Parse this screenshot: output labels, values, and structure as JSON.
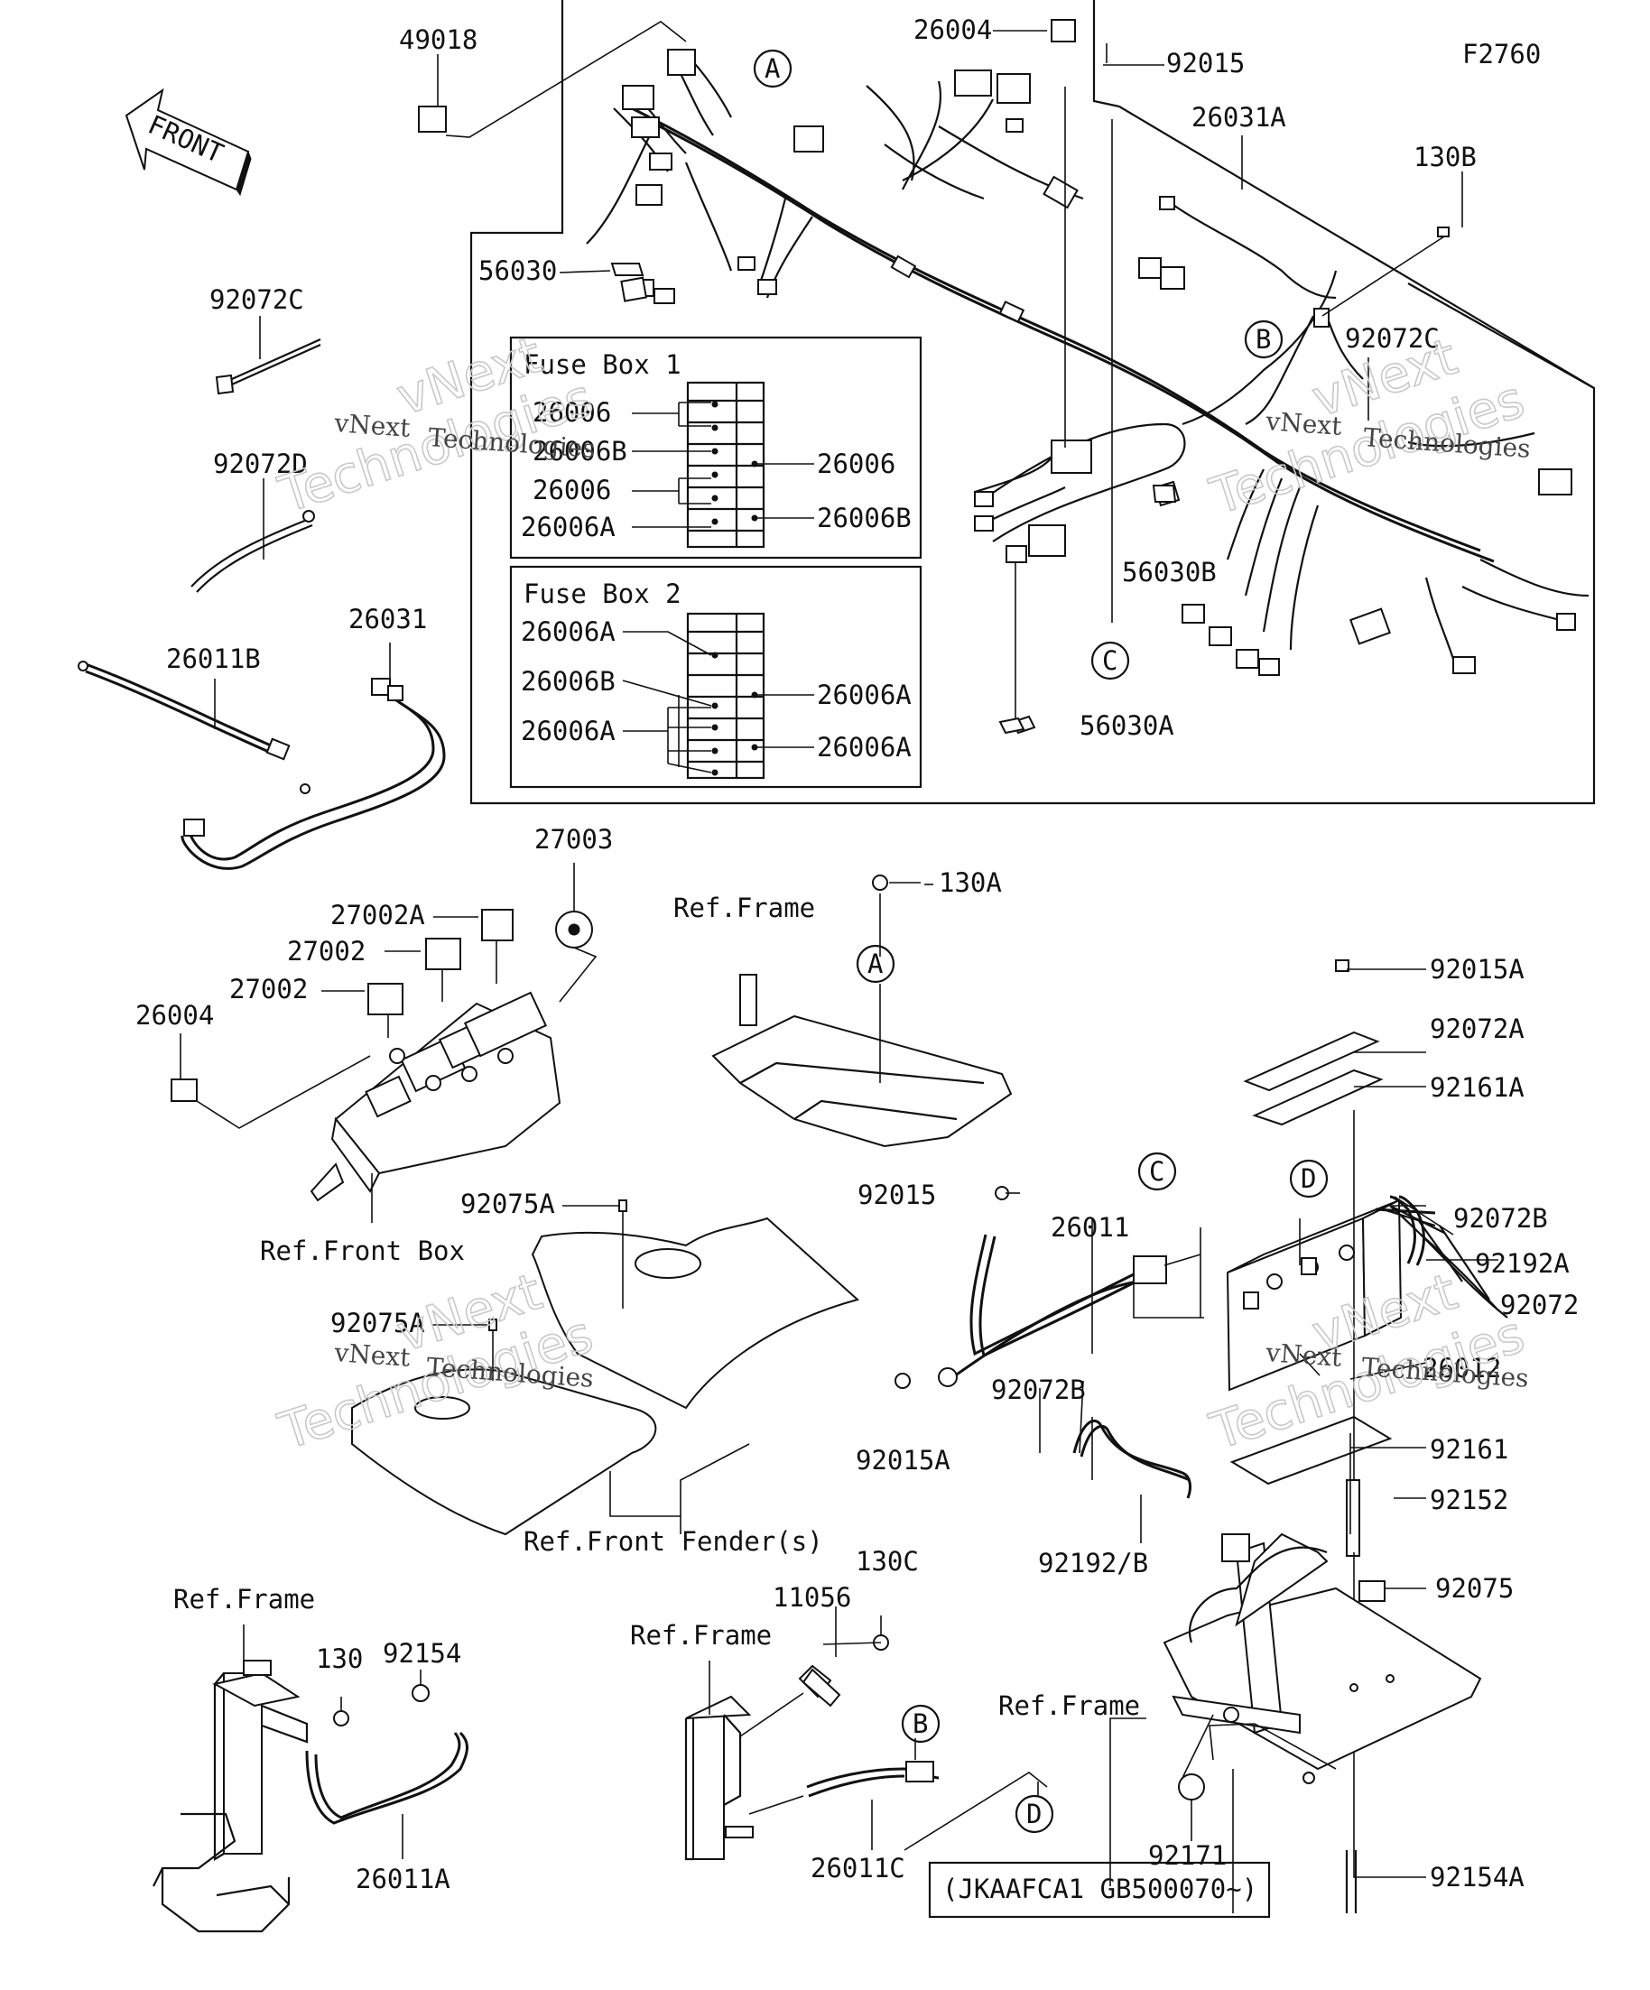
{
  "figure_code": "F2760",
  "front_label": "FRONT",
  "fuse_box_1": {
    "title": "Fuse Box 1",
    "left_labels": [
      "26006",
      "26006B",
      "26006",
      "26006A"
    ],
    "right_labels": [
      "26006",
      "26006B"
    ]
  },
  "fuse_box_2": {
    "title": "Fuse Box 2",
    "left_labels": [
      "26006A",
      "26006B",
      "26006A"
    ],
    "right_labels": [
      "26006A",
      "26006A"
    ]
  },
  "callouts": [
    "A",
    "B",
    "C",
    "D"
  ],
  "refs": {
    "front_box": "Ref.Front Box",
    "frame": "Ref.Frame",
    "front_fenders": "Ref.Front Fender(s)"
  },
  "serial_note": "(JKAAFCA1 GB500070~)",
  "watermark": {
    "line1": "vNext",
    "line2": "Technologies"
  },
  "parts": {
    "p49018": "49018",
    "p26004_top": "26004",
    "p92015_top": "92015",
    "p26031A": "26031A",
    "p130B": "130B",
    "p56030": "56030",
    "p92072C_left": "92072C",
    "p92072C_right": "92072C",
    "p92072D": "92072D",
    "p26011B": "26011B",
    "p26031": "26031",
    "p56030B": "56030B",
    "p56030A": "56030A",
    "p27003": "27003",
    "p27002A": "27002A",
    "p27002_a": "27002",
    "p27002_b": "27002",
    "p26004_left": "26004",
    "p130A": "130A",
    "p92015A_top": "92015A",
    "p92072A": "92072A",
    "p92161A": "92161A",
    "p92015_mid": "92015",
    "p26011": "26011",
    "p92072B_right": "92072B",
    "p92192A": "92192A",
    "p92072": "92072",
    "p26012": "26012",
    "p92075A_a": "92075A",
    "p92075A_b": "92075A",
    "p92015A_bottom": "92015A",
    "p92072B_mid": "92072B",
    "p92161": "92161",
    "p92152": "92152",
    "p92192B": "92192/B",
    "p92075": "92075",
    "p130C": "130C",
    "p11056": "11056",
    "p130": "130",
    "p92154": "92154",
    "p26011A": "26011A",
    "p26011C": "26011C",
    "p92171": "92171",
    "p92154A": "92154A"
  }
}
